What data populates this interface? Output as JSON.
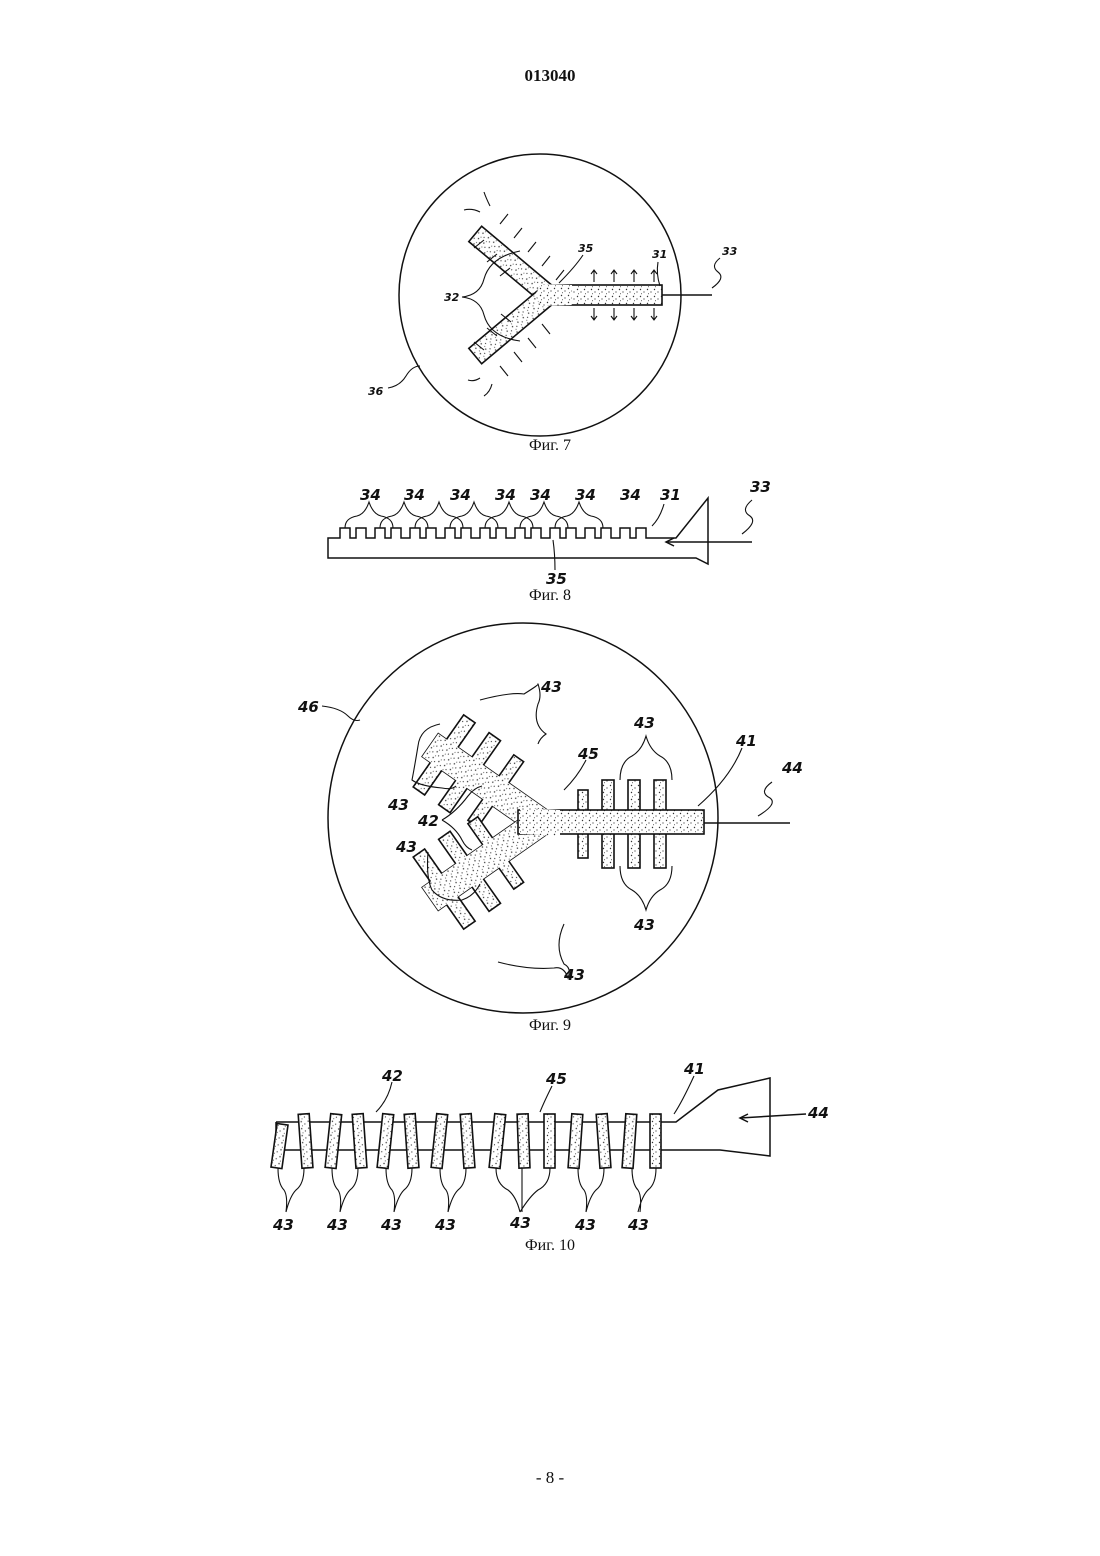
{
  "document": {
    "patent_number": "013040",
    "page_number": "- 8 -"
  },
  "figures": [
    {
      "caption": "Фиг. 7",
      "labels": {
        "ref_31": "31",
        "ref_32": "32",
        "ref_33": "33",
        "ref_35": "35",
        "ref_36": "36"
      }
    },
    {
      "caption": "Фиг. 8",
      "labels": {
        "ref_34": "34",
        "ref_31": "31",
        "ref_33": "33",
        "ref_35": "35"
      }
    },
    {
      "caption": "Фиг. 9",
      "labels": {
        "ref_41": "41",
        "ref_42": "42",
        "ref_43": "43",
        "ref_44": "44",
        "ref_45": "45",
        "ref_46": "46"
      }
    },
    {
      "caption": "Фиг. 10",
      "labels": {
        "ref_41": "41",
        "ref_42": "42",
        "ref_43": "43",
        "ref_44": "44",
        "ref_45": "45"
      }
    }
  ]
}
